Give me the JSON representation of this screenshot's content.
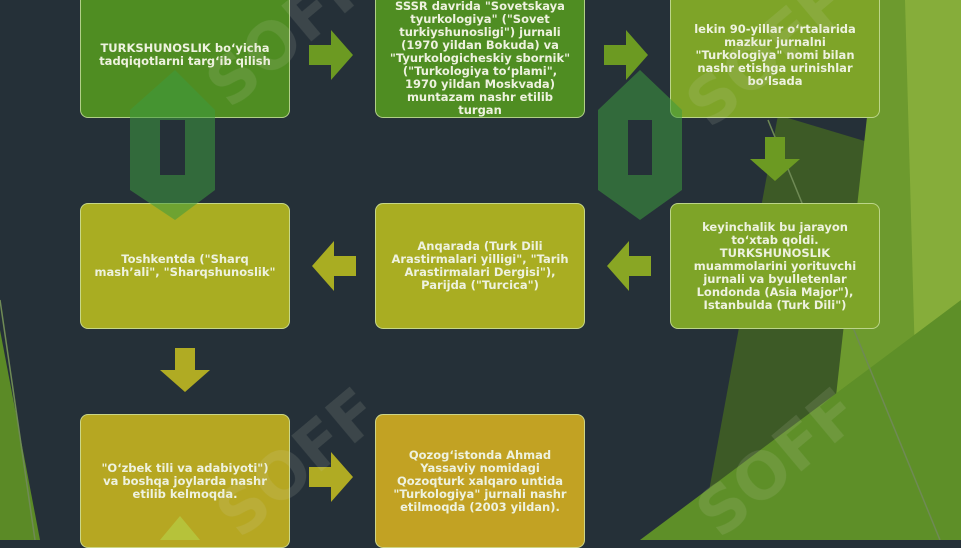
{
  "colors": {
    "background": "#253038",
    "green_dark": "#4f8d22",
    "green": "#7ea428",
    "yellow_green": "#a9ad22",
    "olive": "#b6a722",
    "gold": "#c2a223",
    "arrow_green": "#6c9a22",
    "arrow_yellow": "#b0ab23"
  },
  "watermark": {
    "text": "SOFF",
    "icon": "soff-logo"
  },
  "boxes": {
    "b1": "TURKSHUNOSLIK bo‘yicha tadqiqotlarni targ‘ib qilish",
    "b2": "SSSR davrida \"Sovetskaya tyurkologiya\" (\"Sovet turkiyshunosligi\") jurnali (1970 yildan Bokuda) va \"Tyurkologicheskiy sbornik\" (\"Turkologiya to‘plami\", 1970 yildan Moskvada) muntazam nashr etilib turgan",
    "b3": "lekin 90-yillar o‘rtalarida mazkur jurnalni \"Turkologiya\" nomi bilan nashr etishga urinishlar bo‘lsada",
    "b4": "keyinchalik bu jarayon to‘xtab qoldi. TURKSHUNOSLIK muammolarini yorituvchi jurnali va byulletenlar Londonda (Asia Major\"), Istanbulda (Turk Dili\")",
    "b5": "Anqarada (Turk Dili Arastirmalari yilligi\", \"Tarih Arastirmalari Dergisi\"), Parijda (\"Turcica\")",
    "b6": "Toshkentda (\"Sharq mash’ali\", \"Sharqshunoslik\"",
    "b7": "\"O‘zbek tili va adabiyoti\") va boshqa joylarda nashr etilib kelmoqda.",
    "b8": "Qozog‘istonda Ahmad Yassaviy nomidagi Qozoqturk xalqaro untida \"Turkologiya\" jurnali nashr etilmoqda (2003 yildan)."
  }
}
